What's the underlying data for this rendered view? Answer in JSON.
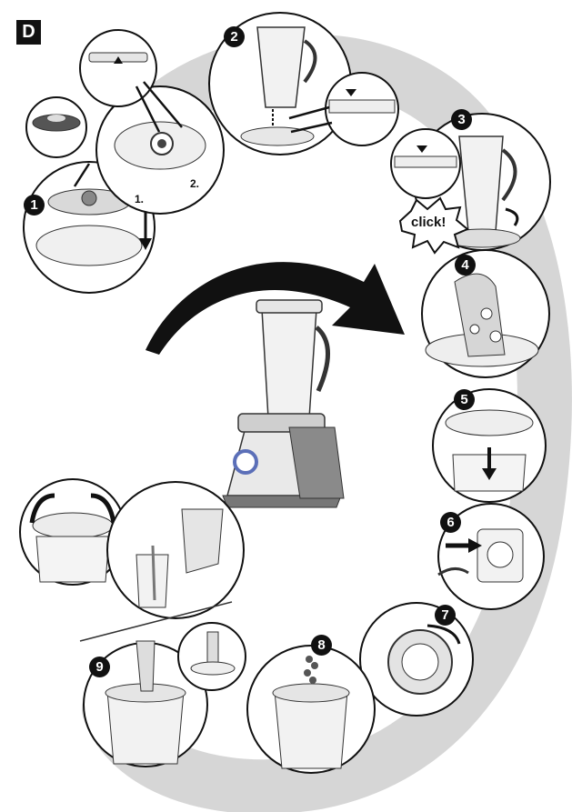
{
  "section_label": "D",
  "steps": [
    {
      "number": "1"
    },
    {
      "number": "2"
    },
    {
      "number": "3"
    },
    {
      "number": "4"
    },
    {
      "number": "5"
    },
    {
      "number": "6"
    },
    {
      "number": "7"
    },
    {
      "number": "8"
    },
    {
      "number": "9"
    }
  ],
  "callouts": {
    "sub_step_1": "1.",
    "sub_step_2": "2.",
    "click": "click!"
  },
  "colors": {
    "arc": "#c8c8c8",
    "ink": "#111111",
    "badge_bg": "#111111",
    "accent_blue": "#5b6fb8"
  }
}
